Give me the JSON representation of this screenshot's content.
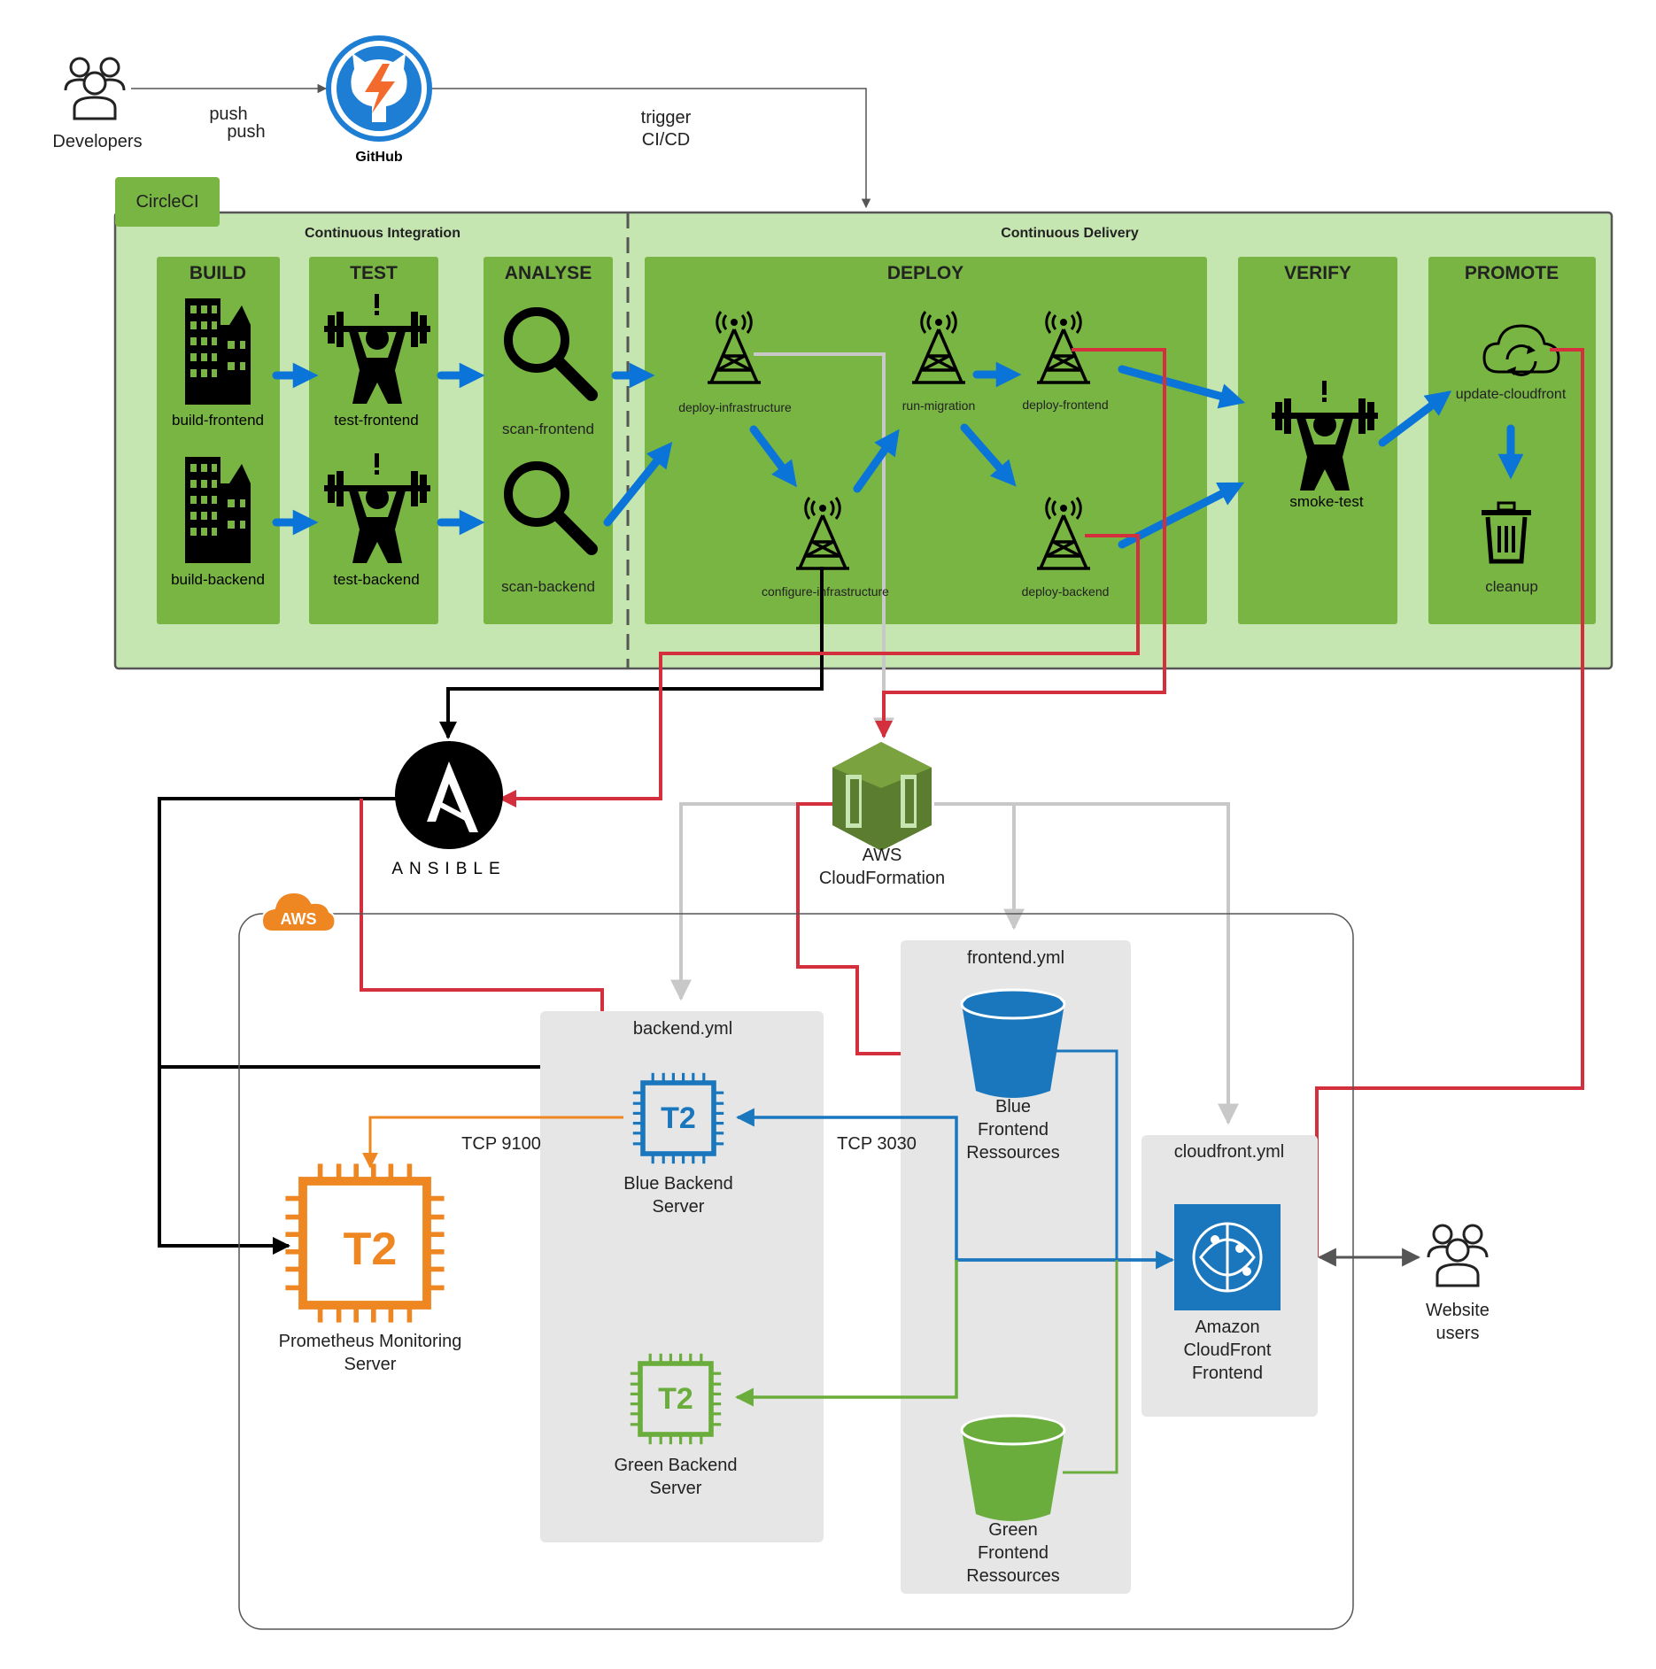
{
  "developers": {
    "label": "Developers"
  },
  "github": {
    "label": "GitHub",
    "push_label_1": "push",
    "push_label_2": "push",
    "trigger_line_1": "trigger",
    "trigger_line_2": "CI/CD"
  },
  "circleci": {
    "label": "CircleCI",
    "ci_title": "Continuous Integration",
    "cd_title": "Continuous Delivery",
    "stages": {
      "build": {
        "title": "BUILD",
        "jobs": [
          "build-frontend",
          "build-backend"
        ]
      },
      "test": {
        "title": "TEST",
        "jobs": [
          "test-frontend",
          "test-backend"
        ]
      },
      "analyse": {
        "title": "ANALYSE",
        "jobs": [
          "scan-frontend",
          "scan-backend"
        ]
      },
      "deploy": {
        "title": "DEPLOY",
        "jobs": [
          "deploy-infrastructure",
          "configure-infrastructure",
          "run-migration",
          "deploy-frontend",
          "deploy-backend"
        ]
      },
      "verify": {
        "title": "VERIFY",
        "jobs": [
          "smoke-test"
        ]
      },
      "promote": {
        "title": "PROMOTE",
        "jobs": [
          "update-cloudfront",
          "cleanup"
        ]
      }
    }
  },
  "ansible": {
    "label": "ANSIBLE"
  },
  "cloudformation": {
    "line_1": "AWS",
    "line_2": "CloudFormation"
  },
  "aws": {
    "badge": "AWS",
    "prometheus": {
      "chip": "T2",
      "line_1": "Prometheus Monitoring",
      "line_2": "Server"
    },
    "backend_yml": {
      "title": "backend.yml",
      "blue_chip": "T2",
      "blue_line_1": "Blue Backend",
      "blue_line_2": "Server",
      "green_chip": "T2",
      "green_line_1": "Green Backend",
      "green_line_2": "Server"
    },
    "frontend_yml": {
      "title": "frontend.yml",
      "blue_lines": [
        "Blue",
        "Frontend",
        "Ressources"
      ],
      "green_lines": [
        "Green",
        "Frontend",
        "Ressources"
      ]
    },
    "cloudfront_yml": {
      "title": "cloudfront.yml",
      "lines": [
        "Amazon",
        "CloudFront",
        "Frontend"
      ]
    },
    "tcp_9100": "TCP 9100",
    "tcp_3030": "TCP 3030"
  },
  "website_users": {
    "line_1": "Website",
    "line_2": "users"
  },
  "colors": {
    "outer_green": "#c5e6b1",
    "stage_green": "#78b543",
    "blue_arrow": "#0b74d8",
    "red_line": "#d32f3c",
    "grey_line": "#c8c8c8",
    "aws_orange": "#ee8622",
    "blue": "#1a77bd",
    "green": "#6aad3d",
    "cf_olive": "#5b7d2f",
    "panel_grey": "#e6e6e6"
  }
}
